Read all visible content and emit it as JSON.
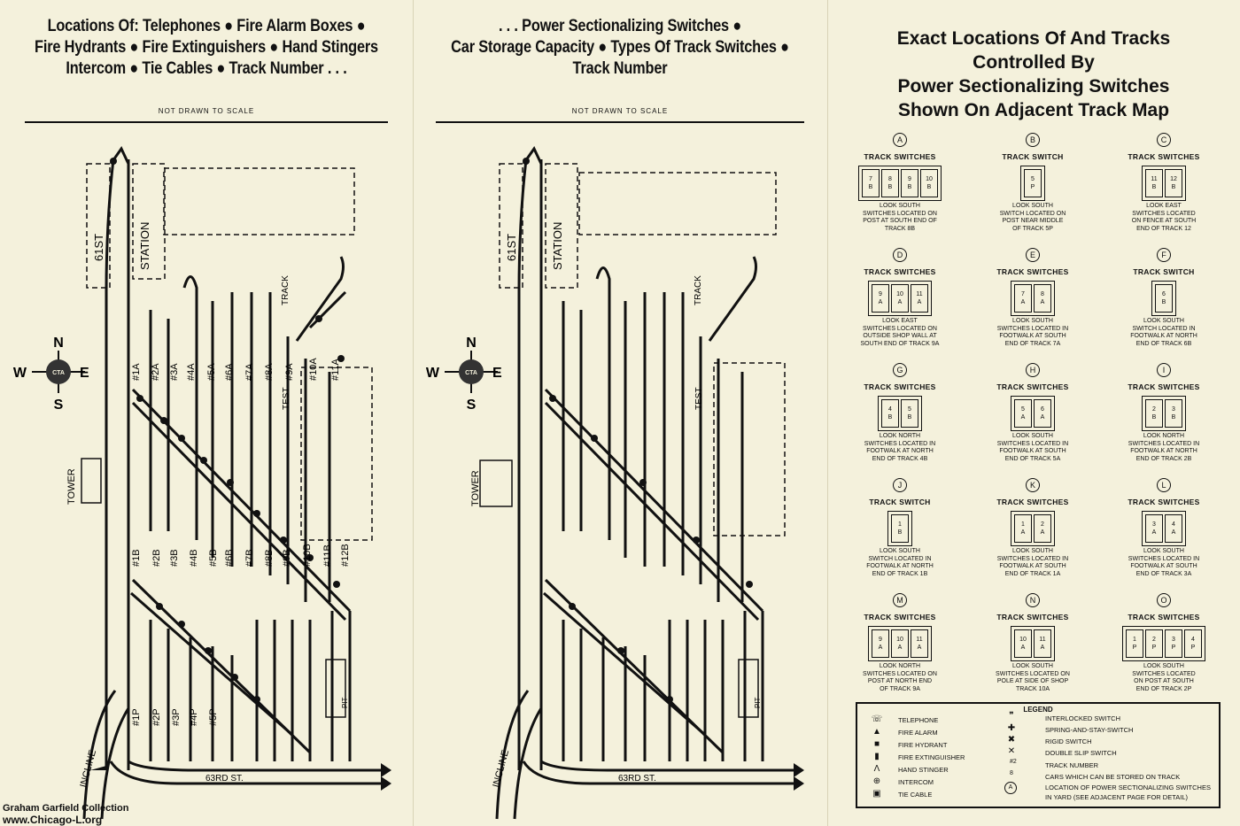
{
  "panel1": {
    "header": [
      "Locations Of:  Telephones ● Fire Alarm Boxes ●",
      "Fire Hydrants ● Fire Extinguishers ● Hand Stingers",
      "Intercom ● Tie Cables ● Track Number . . ."
    ],
    "not_to_scale": "NOT DRAWN TO SCALE",
    "labels": {
      "street": "61ST",
      "station": "STATION",
      "tower": "TOWER",
      "track": "TRACK",
      "test": "TEST",
      "incline": "INCLINE",
      "street63": "63RD ST.",
      "pit": "PIT"
    },
    "tracks_a": [
      "#1A",
      "#2A",
      "#3A",
      "#4A",
      "#5A",
      "#6A",
      "#7A",
      "#8A",
      "#9A",
      "#10A",
      "#11A"
    ],
    "tracks_b": [
      "#1B",
      "#2B",
      "#3B",
      "#4B",
      "#5B",
      "#6B",
      "#7B",
      "#8B",
      "#9B",
      "#10B",
      "#11B",
      "#12B"
    ],
    "tracks_p": [
      "#1P",
      "#2P",
      "#3P",
      "#4P",
      "#5P"
    ]
  },
  "panel2": {
    "header": [
      ". . . Power Sectionalizing Switches ●",
      "Car Storage Capacity  ●  Types Of Track Switches ●",
      "Track Number"
    ],
    "not_to_scale": "NOT DRAWN TO SCALE",
    "labels": {
      "street": "61ST",
      "station": "STATION",
      "tower": "TOWER",
      "track": "TRACK",
      "test": "TEST",
      "incline": "INCLINE",
      "street63": "63RD ST.",
      "pit": "PIT"
    }
  },
  "compass": {
    "n": "N",
    "s": "S",
    "e": "E",
    "w": "W",
    "center": "CTA"
  },
  "credit": {
    "line1": "Graham Garfield Collection",
    "line2": "www.Chicago-L.org"
  },
  "panel3": {
    "title": [
      "Exact Locations Of And Tracks",
      "Controlled By",
      "Power Sectionalizing Switches",
      "Shown On Adjacent Track Map"
    ],
    "switches": [
      {
        "letter": "A",
        "caption": "TRACK SWITCHES",
        "boxes": [
          [
            "7",
            "B"
          ],
          [
            "8",
            "B"
          ],
          [
            "9",
            "B"
          ],
          [
            "10",
            "B"
          ]
        ],
        "note": [
          "LOOK SOUTH",
          "SWITCHES LOCATED ON",
          "POST AT SOUTH END OF",
          "TRACK 8B"
        ]
      },
      {
        "letter": "B",
        "caption": "TRACK SWITCH",
        "boxes": [
          [
            "5",
            "P"
          ]
        ],
        "note": [
          "LOOK SOUTH",
          "SWITCH LOCATED ON",
          "POST NEAR MIDDLE",
          "OF TRACK 5P"
        ]
      },
      {
        "letter": "C",
        "caption": "TRACK SWITCHES",
        "boxes": [
          [
            "11",
            "B"
          ],
          [
            "12",
            "B"
          ]
        ],
        "note": [
          "LOOK EAST",
          "SWITCHES LOCATED",
          "ON FENCE AT SOUTH",
          "END OF TRACK 12"
        ]
      },
      {
        "letter": "D",
        "caption": "TRACK SWITCHES",
        "boxes": [
          [
            "9",
            "A"
          ],
          [
            "10",
            "A"
          ],
          [
            "11",
            "A"
          ]
        ],
        "note": [
          "LOOK EAST",
          "SWITCHES LOCATED ON",
          "OUTSIDE SHOP WALL AT",
          "SOUTH END OF TRACK 9A"
        ]
      },
      {
        "letter": "E",
        "caption": "TRACK SWITCHES",
        "boxes": [
          [
            "7",
            "A"
          ],
          [
            "8",
            "A"
          ]
        ],
        "note": [
          "LOOK SOUTH",
          "SWITCHES LOCATED IN",
          "FOOTWALK AT SOUTH",
          "END OF TRACK 7A"
        ]
      },
      {
        "letter": "F",
        "caption": "TRACK SWITCH",
        "boxes": [
          [
            "6",
            "B"
          ]
        ],
        "note": [
          "LOOK SOUTH",
          "SWITCH LOCATED IN",
          "FOOTWALK AT NORTH",
          "END OF TRACK 6B"
        ]
      },
      {
        "letter": "G",
        "caption": "TRACK SWITCHES",
        "boxes": [
          [
            "4",
            "B"
          ],
          [
            "5",
            "B"
          ]
        ],
        "note": [
          "LOOK NORTH",
          "SWITCHES LOCATED IN",
          "FOOTWALK AT NORTH",
          "END OF TRACK 4B"
        ]
      },
      {
        "letter": "H",
        "caption": "TRACK SWITCHES",
        "boxes": [
          [
            "5",
            "A"
          ],
          [
            "6",
            "A"
          ]
        ],
        "note": [
          "LOOK SOUTH",
          "SWITCHES LOCATED IN",
          "FOOTWALK AT SOUTH",
          "END OF TRACK 5A"
        ]
      },
      {
        "letter": "I",
        "caption": "TRACK SWITCHES",
        "boxes": [
          [
            "2",
            "B"
          ],
          [
            "3",
            "B"
          ]
        ],
        "note": [
          "LOOK NORTH",
          "SWITCHES LOCATED IN",
          "FOOTWALK AT NORTH",
          "END OF TRACK 2B"
        ]
      },
      {
        "letter": "J",
        "caption": "TRACK SWITCH",
        "boxes": [
          [
            "1",
            "B"
          ]
        ],
        "note": [
          "LOOK SOUTH",
          "SWITCH LOCATED IN",
          "FOOTWALK AT NORTH",
          "END OF TRACK 1B"
        ]
      },
      {
        "letter": "K",
        "caption": "TRACK SWITCHES",
        "boxes": [
          [
            "1",
            "A"
          ],
          [
            "2",
            "A"
          ]
        ],
        "note": [
          "LOOK SOUTH",
          "SWITCHES LOCATED IN",
          "FOOTWALK AT SOUTH",
          "END OF TRACK 1A"
        ]
      },
      {
        "letter": "L",
        "caption": "TRACK SWITCHES",
        "boxes": [
          [
            "3",
            "A"
          ],
          [
            "4",
            "A"
          ]
        ],
        "note": [
          "LOOK SOUTH",
          "SWITCHES LOCATED IN",
          "FOOTWALK AT SOUTH",
          "END OF TRACK 3A"
        ]
      },
      {
        "letter": "M",
        "caption": "TRACK SWITCHES",
        "boxes": [
          [
            "9",
            "A"
          ],
          [
            "10",
            "A"
          ],
          [
            "11",
            "A"
          ]
        ],
        "note": [
          "LOOK NORTH",
          "SWITCHES LOCATED ON",
          "POST AT NORTH END",
          "OF TRACK 9A"
        ]
      },
      {
        "letter": "N",
        "caption": "TRACK SWITCHES",
        "boxes": [
          [
            "10",
            "A"
          ],
          [
            "11",
            "A"
          ]
        ],
        "note": [
          "LOOK SOUTH",
          "SWITCHES LOCATED ON",
          "POLE AT SIDE OF SHOP",
          "TRACK 10A"
        ]
      },
      {
        "letter": "O",
        "caption": "TRACK SWITCHES",
        "boxes": [
          [
            "1",
            "P"
          ],
          [
            "2",
            "P"
          ],
          [
            "3",
            "P"
          ],
          [
            "4",
            "P"
          ]
        ],
        "note": [
          "LOOK SOUTH",
          "SWITCHES LOCATED",
          "ON POST AT SOUTH",
          "END OF TRACK 2P"
        ]
      }
    ],
    "legend": {
      "title": "LEGEND",
      "left": [
        "TELEPHONE",
        "FIRE ALARM",
        "FIRE HYDRANT",
        "FIRE EXTINGUISHER",
        "HAND STINGER",
        "INTERCOM",
        "TIE CABLE"
      ],
      "right": [
        "INTERLOCKED SWITCH",
        "SPRING-AND-STAY-SWITCH",
        "RIGID SWITCH",
        "DOUBLE SLIP SWITCH",
        "TRACK NUMBER",
        "CARS WHICH CAN BE STORED ON TRACK",
        "LOCATION OF POWER SECTIONALIZING SWITCHES",
        "IN YARD (SEE ADJACENT PAGE FOR DETAIL)"
      ],
      "sym_track_number": "#2",
      "sym_cars": "8",
      "sym_location": "A"
    }
  }
}
